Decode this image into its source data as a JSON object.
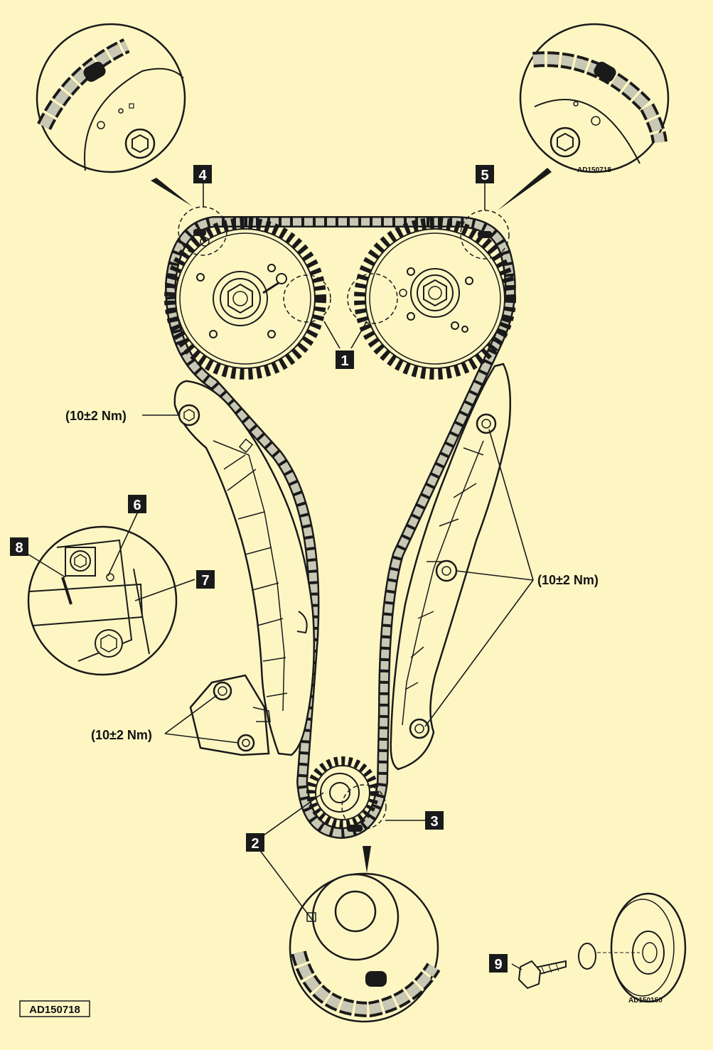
{
  "figure": {
    "reference_main": "AD150718",
    "reference_top_right": "AD150718",
    "reference_pulley": "AD150150",
    "colors": {
      "background": "#fdf6c3",
      "line": "#1a1a1a",
      "chain_link": "#c8c8b4",
      "part_fill": "#fdf6c3",
      "callout_box": "#1a1a1a"
    }
  },
  "callouts": [
    {
      "id": "callout-1",
      "label": "1"
    },
    {
      "id": "callout-2",
      "label": "2"
    },
    {
      "id": "callout-3",
      "label": "3"
    },
    {
      "id": "callout-4",
      "label": "4"
    },
    {
      "id": "callout-5",
      "label": "5"
    },
    {
      "id": "callout-6",
      "label": "6"
    },
    {
      "id": "callout-7",
      "label": "7"
    },
    {
      "id": "callout-8",
      "label": "8"
    },
    {
      "id": "callout-9",
      "label": "9"
    }
  ],
  "torque_labels": {
    "left_guide": "(10±2 Nm)",
    "right_guide": "(10±2 Nm)",
    "tensioner": "(10±2 Nm)"
  }
}
